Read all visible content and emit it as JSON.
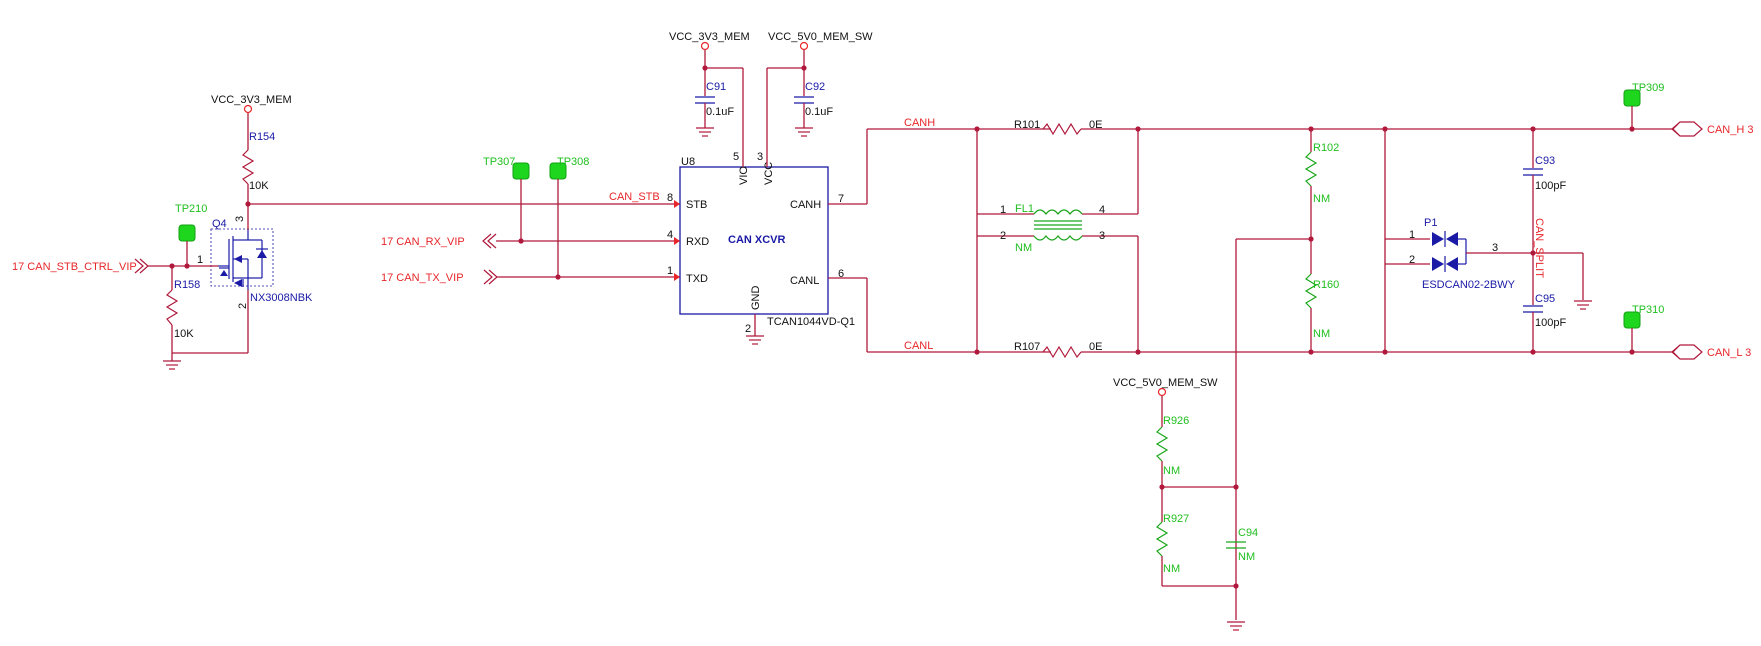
{
  "power": {
    "vcc3v3_mem": "VCC_3V3_MEM",
    "vcc5v0_mem_sw": "VCC_5V0_MEM_SW"
  },
  "nets": {
    "can_stb": "CAN_STB",
    "canh": "CANH",
    "canl": "CANL",
    "can_split": "CAN_SPLIT"
  },
  "ports": {
    "can_stb_ctrl": "17  CAN_STB_CTRL_VIP",
    "can_rx": "17  CAN_RX_VIP",
    "can_tx": "17  CAN_TX_VIP",
    "can_h": "CAN_H  3",
    "can_l": "CAN_L  3"
  },
  "testpoints": [
    "TP210",
    "TP307",
    "TP308",
    "TP309",
    "TP310"
  ],
  "ic": {
    "ref": "U8",
    "name": "CAN XCVR",
    "part": "TCAN1044VD-Q1",
    "pins": {
      "stb": "STB",
      "rxd": "RXD",
      "txd": "TXD",
      "vio": "VIO",
      "vcc": "VCC",
      "gnd": "GND",
      "canh": "CANH",
      "canl": "CANL"
    },
    "pin_numbers": {
      "stb": "8",
      "rxd": "4",
      "txd": "1",
      "vio": "5",
      "vcc": "3",
      "gnd": "2",
      "canh": "7",
      "canl": "6"
    }
  },
  "q4": {
    "ref": "Q4",
    "part": "NX3008NBK",
    "pin1": "1",
    "pin2": "2",
    "pin3": "3"
  },
  "components": {
    "r154": {
      "ref": "R154",
      "value": "10K"
    },
    "r158": {
      "ref": "R158",
      "value": "10K"
    },
    "c91": {
      "ref": "C91",
      "value": "0.1uF"
    },
    "c92": {
      "ref": "C92",
      "value": "0.1uF"
    },
    "r101": {
      "ref": "R101",
      "value": "0E"
    },
    "r107": {
      "ref": "R107",
      "value": "0E"
    },
    "fl1": {
      "ref": "FL1",
      "value": "NM",
      "pin1": "1",
      "pin2": "2",
      "pin3": "3",
      "pin4": "4"
    },
    "r102": {
      "ref": "R102",
      "value": "NM"
    },
    "r160": {
      "ref": "R160",
      "value": "NM"
    },
    "p1": {
      "ref": "P1",
      "part": "ESDCAN02-2BWY",
      "pin1": "1",
      "pin2": "2",
      "pin3": "3"
    },
    "c93": {
      "ref": "C93",
      "value": "100pF"
    },
    "c95": {
      "ref": "C95",
      "value": "100pF"
    },
    "r926": {
      "ref": "R926",
      "value": "NM"
    },
    "r927": {
      "ref": "R927",
      "value": "NM"
    },
    "c94": {
      "ref": "C94",
      "value": "NM"
    }
  }
}
